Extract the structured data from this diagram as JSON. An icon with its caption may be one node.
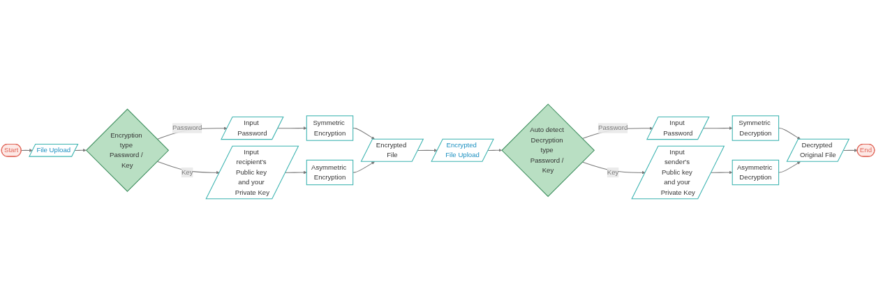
{
  "diagram": {
    "nodes": [
      {
        "text": [
          "Start"
        ]
      },
      {
        "text": [
          "File Upload"
        ]
      },
      {
        "text": [
          "Encryption type Password / Key"
        ]
      },
      {
        "text": [
          "Input Password"
        ]
      },
      {
        "text": [
          "Input recipient's Public key and your Private Key"
        ]
      },
      {
        "text": [
          "Symmetric Encryption"
        ]
      },
      {
        "text": [
          "Asymmetric Encryption"
        ]
      },
      {
        "text": [
          "Encrypted File"
        ]
      },
      {
        "text": [
          "Encrypted File Upload"
        ]
      },
      {
        "text": [
          "Auto detect Decryption type Password / Key"
        ]
      },
      {
        "text": [
          "Input Password"
        ]
      },
      {
        "text": [
          "Input sender's Public key and your Private Key"
        ]
      },
      {
        "text": [
          "Symmetric Decryption"
        ]
      },
      {
        "text": [
          "Asymmetric Decryption"
        ]
      },
      {
        "text": [
          "Decrypted Original File"
        ]
      },
      {
        "text": [
          "End"
        ]
      }
    ],
    "edges": [
      {
        "from": 0,
        "to": 1,
        "arrow": "to"
      },
      {
        "from": 1,
        "to": 2,
        "arrow": "to"
      },
      {
        "from": 2,
        "to": 3,
        "label": "Password",
        "arrow": "to"
      },
      {
        "from": 2,
        "to": 4,
        "label": "Key",
        "arrow": "to"
      },
      {
        "from": 3,
        "to": 5,
        "arrow": "to"
      },
      {
        "from": 4,
        "to": 6,
        "arrow": "to"
      },
      {
        "from": 5,
        "to": 7,
        "arrow": "to"
      },
      {
        "from": 6,
        "to": 7,
        "arrow": "to"
      },
      {
        "from": 7,
        "to": 8,
        "arrow": "to"
      },
      {
        "from": 8,
        "to": 9,
        "arrow": "to"
      },
      {
        "from": 9,
        "to": 10,
        "label": "Password",
        "arrow": "to"
      },
      {
        "from": 9,
        "to": 11,
        "label": "Key",
        "arrow": "to"
      },
      {
        "from": 10,
        "to": 12,
        "arrow": "to"
      },
      {
        "from": 11,
        "to": 13,
        "arrow": "to"
      },
      {
        "from": 12,
        "to": 14,
        "arrow": "to"
      },
      {
        "from": 13,
        "to": 14,
        "arrow": "to"
      },
      {
        "from": 14,
        "to": 15,
        "arrow": "to"
      }
    ]
  }
}
